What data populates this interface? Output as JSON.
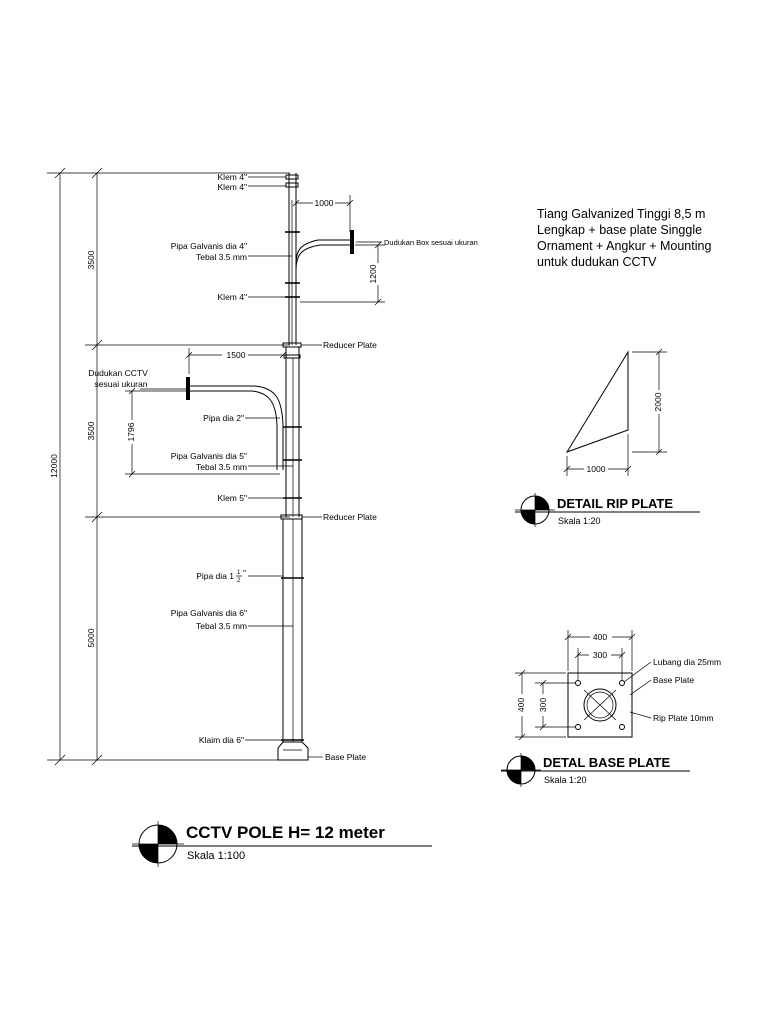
{
  "main_drawing": {
    "dims": {
      "total": "12000",
      "upper": "3500",
      "middle": "3500",
      "lower": "5000",
      "arm_top": "1000",
      "box_drop": "1200",
      "arm_cctv": "1500",
      "cctv_drop": "1796"
    },
    "labels": {
      "klem4_a": "Klem 4\"",
      "klem4_b": "Klem 4\"",
      "dudukan_box": "Dudukan Box sesuai ukuran",
      "pipa4_l1": "Pipa Galvanis dia 4\"",
      "pipa4_l2": "Tebal 3.5 mm",
      "klem4_c": "Klem 4\"",
      "reducer_1": "Reducer Plate",
      "dudukan_cctv_l1": "Dudukan CCTV",
      "dudukan_cctv_l2": "sesuai ukuran",
      "pipa2": "Pipa dia 2\"",
      "pipa5_l1": "Pipa Galvanis dia 5\"",
      "pipa5_l2": "Tebal 3.5 mm",
      "klem5": "Klem 5\"",
      "reducer_2": "Reducer Plate",
      "pipa_1half_prefix": "Pipa dia 1",
      "frac_num": "1",
      "frac_den": "2",
      "frac_suffix": "\"",
      "pipa6_l1": "Pipa Galvanis dia 6\"",
      "pipa6_l2": "Tebal 3.5 mm",
      "klaim6": "Klaim dia 6\"",
      "base_plate": "Base Plate"
    }
  },
  "description": [
    "Tiang Galvanized Tinggi 8,5 m",
    "Lengkap + base plate Singgle",
    "Ornament + Angkur + Mounting",
    "untuk dudukan CCTV"
  ],
  "rip_plate": {
    "title": "DETAIL RIP PLATE",
    "scale": "Skala 1:20",
    "dim_height": "2000",
    "dim_width": "1000"
  },
  "base_plate_detail": {
    "title": "DETAL BASE PLATE",
    "scale": "Skala 1:20",
    "dim_400_top": "400",
    "dim_300_top": "300",
    "dim_400_left": "400",
    "dim_300_left": "300",
    "label_lubang": "Lubang dia 25mm",
    "label_base": "Base Plate",
    "label_rip": "Rip Plate 10mm"
  },
  "main_title": {
    "title": "CCTV POLE  H= 12 meter",
    "scale": "Skala 1:100"
  }
}
